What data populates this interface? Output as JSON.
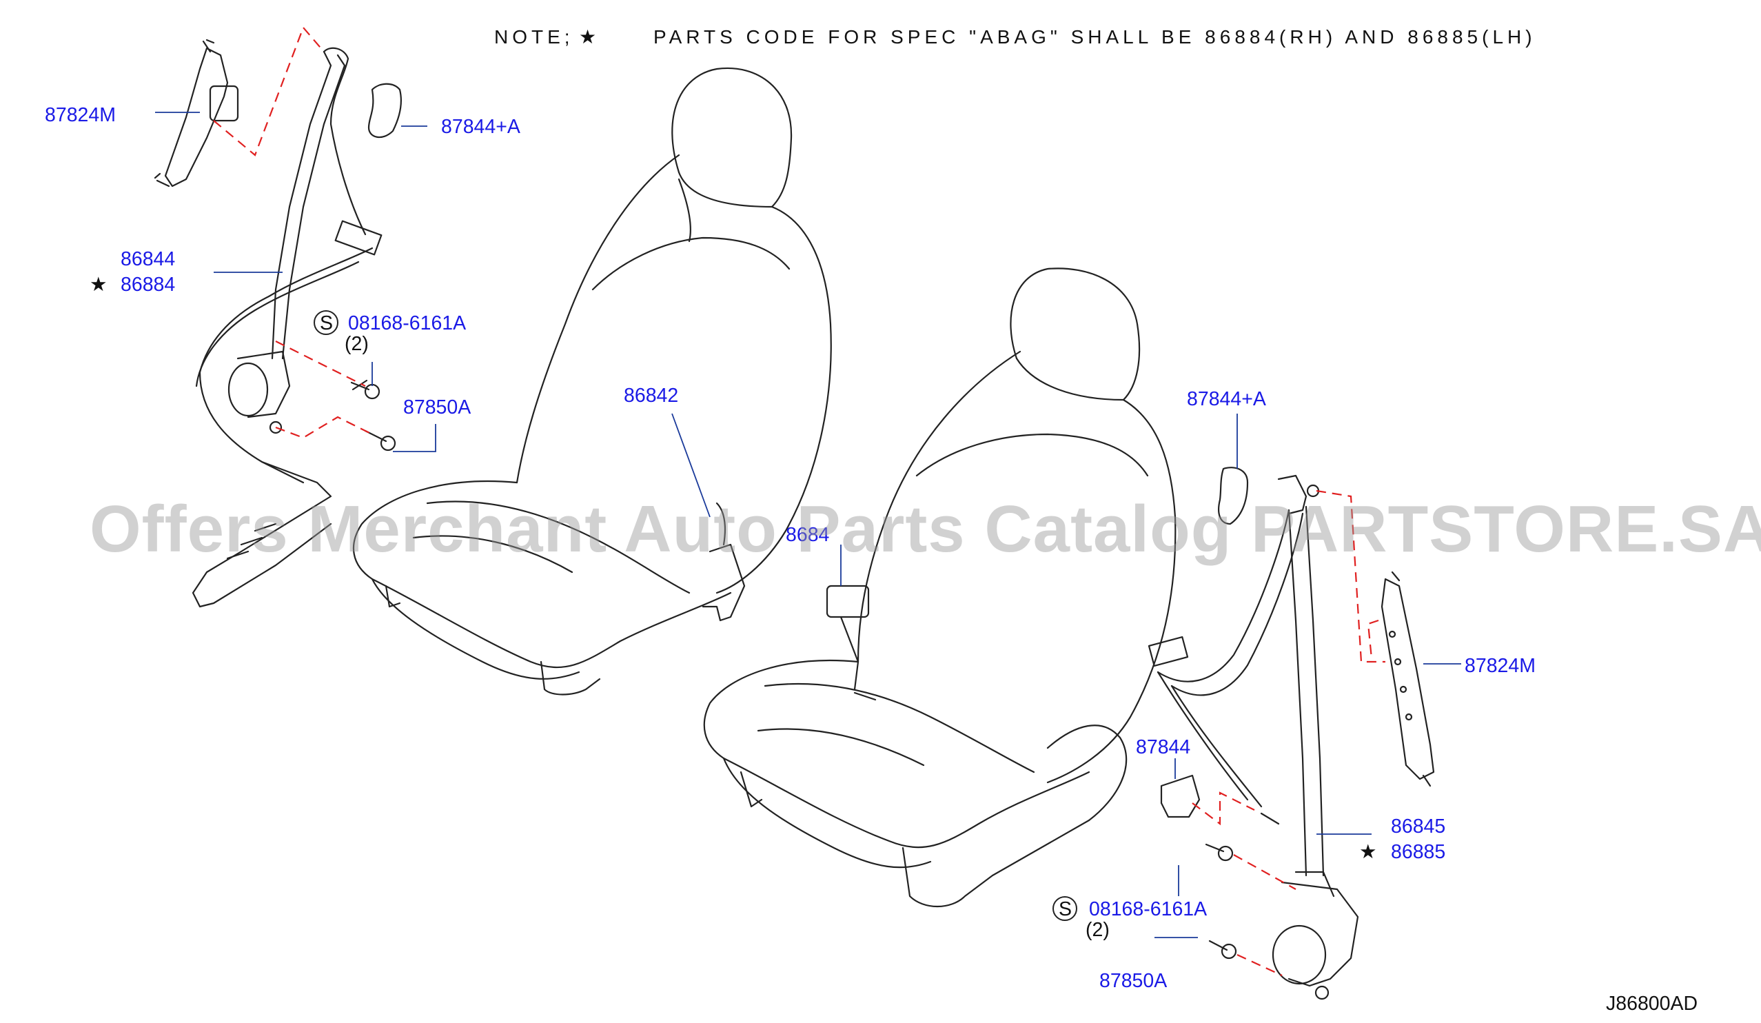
{
  "note": {
    "prefix": "NOTE;",
    "star": "★",
    "text": "PARTS CODE FOR SPEC \"ABAG\" SHALL BE 86884(RH) AND 86885(LH)"
  },
  "labels": {
    "l_87824m": "87824M",
    "l_87844a": "87844+A",
    "l_86844": "86844",
    "l_86884": "86884",
    "l_s_left": "S",
    "l_08168_left": "08168-6161A",
    "l_qty_left": "(2)",
    "l_87850a_left": "87850A",
    "l_86842": "86842",
    "l_86843_partial": "8684",
    "r_87844a": "87844+A",
    "r_87824m": "87824M",
    "r_87844": "87844",
    "r_86845": "86845",
    "r_86885": "86885",
    "r_s": "S",
    "r_08168": "08168-6161A",
    "r_qty": "(2)",
    "r_87850a": "87850A"
  },
  "star_glyph": "★",
  "watermark": "Offers Merchant Auto Parts Catalog PARTSTORE.SA",
  "diagram_code": "J86800AD",
  "colors": {
    "label": "#1a1ae6",
    "dashed_connector": "#e02020",
    "line_art": "#222222",
    "watermark": "#9a9a9a"
  }
}
